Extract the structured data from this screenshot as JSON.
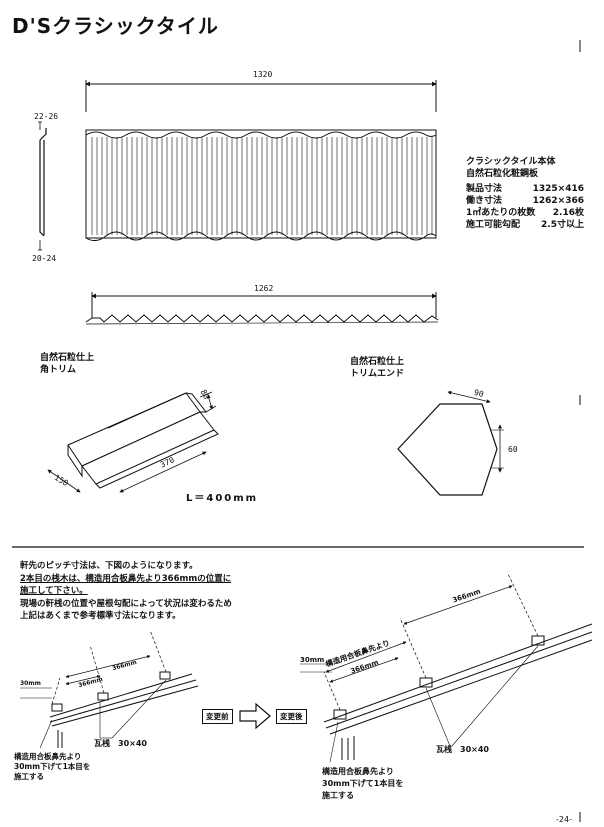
{
  "title": "D'Sクラシックタイル",
  "main_tile": {
    "width_dim": "1320",
    "side_top_dim": "22-26",
    "side_bottom_dim": "20-24"
  },
  "specs": {
    "heading": "クラシックタイル本体",
    "subheading": "自然石粒化粧鋼板",
    "rows": [
      {
        "label": "製品寸法",
        "value": "1325×416"
      },
      {
        "label": "働き寸法",
        "value": "1262×366"
      },
      {
        "label": "1㎡あたりの枚数",
        "value": "2.16枚"
      },
      {
        "label": "施工可能勾配",
        "value": "2.5寸以上"
      }
    ]
  },
  "second_profile": {
    "width_dim": "1262"
  },
  "corner_trim": {
    "label_line1": "自然石粒仕上",
    "label_line2": "角トリム",
    "dim_a": "80",
    "dim_b": "370",
    "dim_c": "150",
    "length_note": "L＝400mm"
  },
  "trim_end": {
    "label_line1": "自然石粒仕上",
    "label_line2": "トリムエンド",
    "dim_side": "90",
    "dim_height": "60"
  },
  "notes": {
    "line1": "軒先のピッチ寸法は、下図のようになります。",
    "line2": "2本目の桟木は、構造用合板鼻先より366mmの位置に",
    "line3": "施工して下さい。",
    "line4": "現場の軒桟の位置や屋根勾配によって状況は変わるため",
    "line5": "上記はあくまで参考標準寸法になります。"
  },
  "before": {
    "dim_eave": "30mm",
    "dim_first": "366mm",
    "dim_second": "366mm",
    "batten_label": "瓦桟　30×40",
    "caption_line1": "構造用合板鼻先より",
    "caption_line2": "30mm下げて1本目を",
    "caption_line3": "施工する"
  },
  "after": {
    "dim_eave": "30mm",
    "dim_slope": "構造用合板鼻先より",
    "dim_first": "366mm",
    "dim_second": "366mm",
    "batten_label": "瓦桟　30×40",
    "caption_line1": "構造用合板鼻先より",
    "caption_line2": "30mm下げて1本目を",
    "caption_line3": "施工する"
  },
  "flow": {
    "before_label": "変更前",
    "after_label": "変更後"
  },
  "page_number": "-24-"
}
